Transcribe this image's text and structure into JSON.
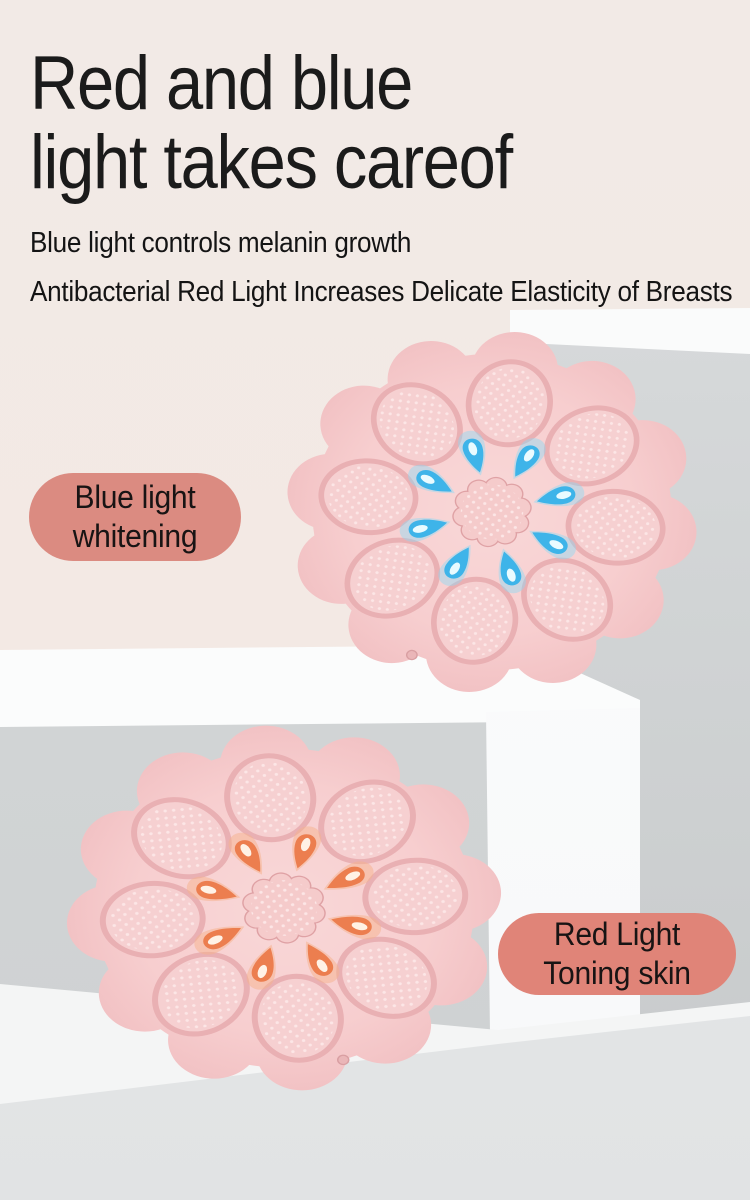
{
  "headline": {
    "line1": "Red and blue",
    "line2": "light takes careof"
  },
  "subtitles": {
    "line1": "Blue light controls melanin growth",
    "line2": "Antibacterial Red Light Increases Delicate Elasticity of Breasts"
  },
  "badges": {
    "blue_light": {
      "line1": "Blue light",
      "line2": "whitening",
      "bg": "#db8b81"
    },
    "red_light": {
      "line1": "Red Light",
      "line2": "Toning skin",
      "bg": "#e08478"
    }
  },
  "devices": {
    "top": {
      "label": "breast massager with blue LED lights on",
      "led_color": "#3eb4e9"
    },
    "bottom": {
      "label": "breast massager with red LED lights on",
      "led_color": "#ec7e4f"
    }
  },
  "colors": {
    "text": "#1b1b1b",
    "background_beige": "#f2e9e5",
    "wall_gray": "#d2d5d6",
    "block_white": "#fbfcfc",
    "floor_gray": "#e6e8e9",
    "device_body_pink": "#f6cdce",
    "badge_salmon": "#dd887d"
  }
}
